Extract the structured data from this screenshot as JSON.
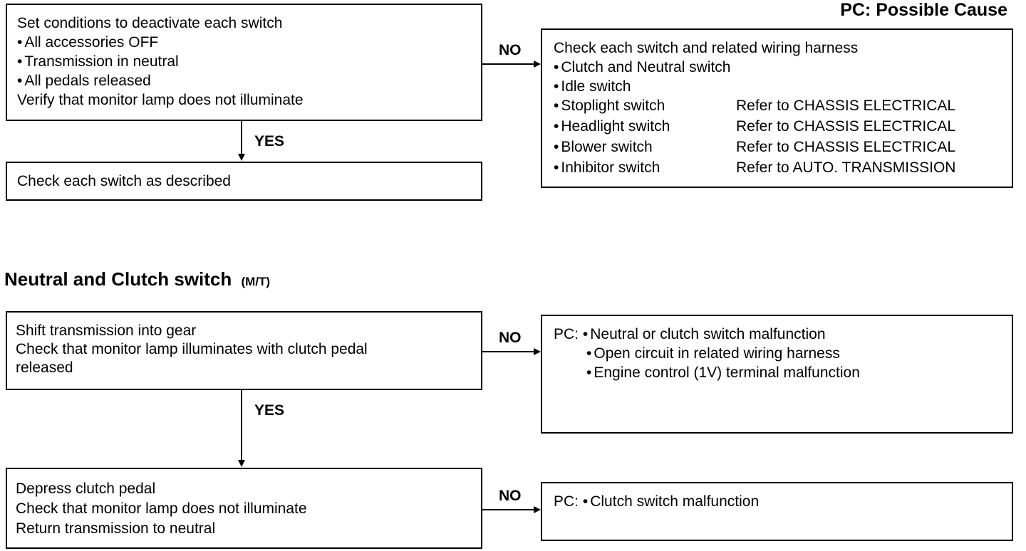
{
  "legend": "PC: Possible Cause",
  "box1": {
    "title": "Set conditions to deactivate each switch",
    "bullets": [
      "All accessories OFF",
      "Transmission in neutral",
      "All pedals released"
    ],
    "footer": "Verify that monitor lamp does not illuminate"
  },
  "box2": {
    "text": "Check each switch as described"
  },
  "box3": {
    "title": "Check each switch and related wiring harness",
    "items": [
      {
        "name": "Clutch and Neutral switch",
        "ref": ""
      },
      {
        "name": "Idle switch",
        "ref": ""
      },
      {
        "name": "Stoplight switch",
        "ref": "Refer to CHASSIS ELECTRICAL"
      },
      {
        "name": "Headlight switch",
        "ref": "Refer to CHASSIS ELECTRICAL"
      },
      {
        "name": "Blower switch",
        "ref": "Refer to CHASSIS ELECTRICAL"
      },
      {
        "name": "Inhibitor switch",
        "ref": "Refer to AUTO. TRANSMISSION"
      }
    ]
  },
  "section": {
    "title": "Neutral and Clutch switch",
    "suffix": "(M/T)"
  },
  "box4": {
    "lines": [
      "Shift transmission into gear",
      "Check that monitor lamp illuminates with clutch pedal",
      "released"
    ]
  },
  "box5": {
    "prefix": "PC:",
    "bullets": [
      "Neutral or clutch switch malfunction",
      "Open circuit in related wiring harness",
      "Engine control (1V) terminal malfunction"
    ]
  },
  "box6": {
    "lines": [
      "Depress clutch pedal",
      "Check that monitor lamp does not illuminate",
      "Return transmission to neutral"
    ]
  },
  "box7": {
    "prefix": "PC:",
    "bullets": [
      "Clutch switch malfunction"
    ]
  },
  "labels": {
    "no": "NO",
    "yes": "YES"
  }
}
